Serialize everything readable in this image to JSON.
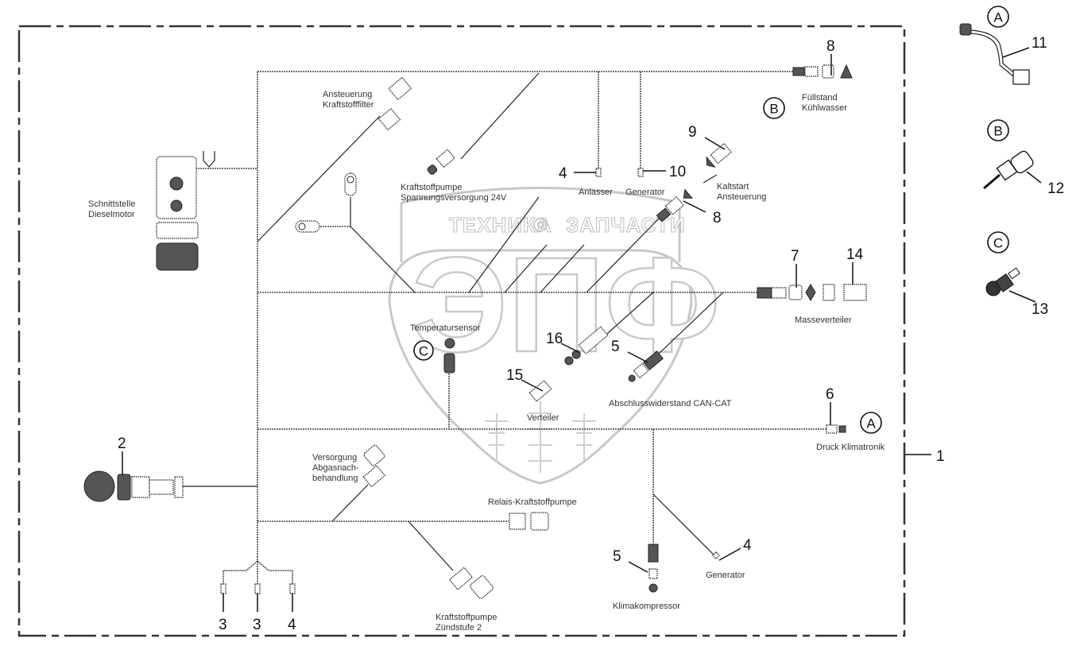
{
  "watermark": {
    "top_left_text": "ТЕХНИКА",
    "top_right_text": "ЗАПЧАСТИ",
    "emblem_text": "ЭПФ",
    "gear_icon": "gear-icon"
  },
  "labels": {
    "schnittstelle": [
      "Schnittstelle",
      "Dieselmotor"
    ],
    "ansteuerung_kraftstofffilter": [
      "Ansteuerung",
      "Kraftstofffilter"
    ],
    "kraftstoffpumpe_24v": [
      "Kraftstoffpumpe",
      "Spannungsversorgung 24V"
    ],
    "anlasser": "Anlasser",
    "generator_top": "Generator",
    "fuellstand": [
      "Füllstand",
      "Kühlwasser"
    ],
    "kaltstart": [
      "Kaltstart",
      "Ansteuerung"
    ],
    "masseverteiler": "Masseverteiler",
    "temperatursensor": "Temperatursensor",
    "verteiler": "Verteiler",
    "abschlusswiderstand": "Abschlusswiderstand CAN-CAT",
    "druck_klimatronik": "Druck Klimatronik",
    "versorgung_abgas": [
      "Versorgung",
      "Abgasnach-",
      "behandlung"
    ],
    "relais_kraftstoffpumpe": "Relais-Kraftstoffpumpe",
    "kraftstoffpumpe_zuendstufe": [
      "Kraftstoffpumpe",
      "Zündstufe 2"
    ],
    "klimakompressor": "Klimakompressor",
    "generator_bottom": "Generator"
  },
  "callouts": {
    "n1": "1",
    "n2": "2",
    "n3a": "3",
    "n3b": "3",
    "n4_bottom": "4",
    "n4_anlasser": "4",
    "n10": "10",
    "n8_top": "8",
    "n9": "9",
    "n8_mid": "8",
    "n7": "7",
    "n14": "14",
    "n16": "16",
    "n5_can": "5",
    "n15": "15",
    "n6": "6",
    "n5_klima": "5",
    "n4_generator": "4",
    "n11": "11",
    "n12": "12",
    "n13": "13"
  },
  "detail_refs": {
    "A": "A",
    "B": "B",
    "C": "C"
  },
  "detail_parts": [
    {
      "ref": "A",
      "part": "11",
      "icon": "pressure-switch-with-cable-icon"
    },
    {
      "ref": "B",
      "part": "12",
      "icon": "coolant-level-sensor-icon"
    },
    {
      "ref": "C",
      "part": "13",
      "icon": "temperature-sensor-icon"
    }
  ]
}
